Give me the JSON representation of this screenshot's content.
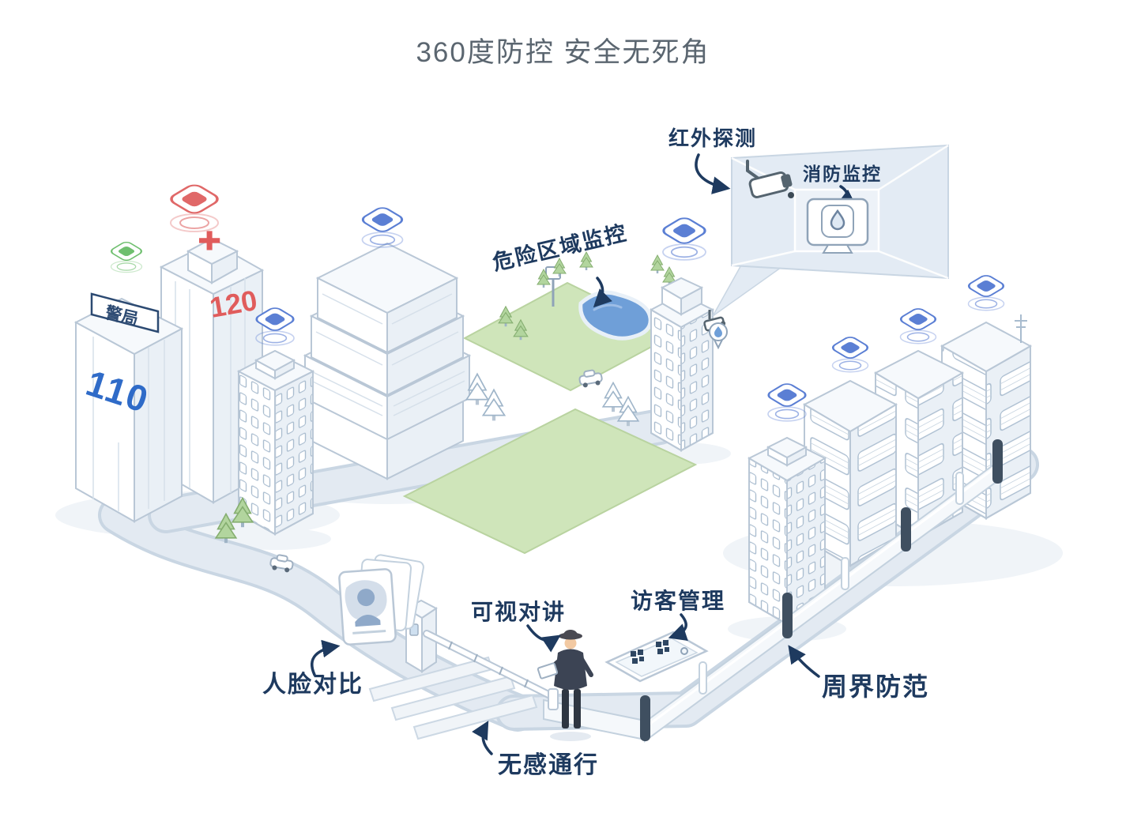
{
  "title": "360度防控 安全无死角",
  "annotations": {
    "infrared": "红外探测",
    "fire_monitoring": "消防监控",
    "danger_zone": "危险区域监控",
    "video_intercom": "可视对讲",
    "visitor_management": "访客管理",
    "face_comparison": "人脸对比",
    "perimeter_defense": "周界防范",
    "seamless_passage": "无感通行"
  },
  "buildings": {
    "police_sign": "警局",
    "police_number": "110",
    "emergency_number": "120",
    "hospital_cross": "✚"
  },
  "icons": {
    "cctv_camera": "cctv-camera-icon",
    "water_drop": "water-drop-icon",
    "smart_beacon": "smart-beacon-icon",
    "qr_code": "qr-code-icon",
    "portrait": "portrait-icon"
  },
  "colors": {
    "title_gray": "#5b6670",
    "label_navy": "#1e3a5f",
    "outline_blue": "#b9c7d6",
    "accent_red": "#e05c5c",
    "accent_green": "#6fbf6f",
    "beacon_blue": "#5b7fd4",
    "water_blue": "#6f9fd8",
    "lawn_green": "#cfe5ba"
  }
}
